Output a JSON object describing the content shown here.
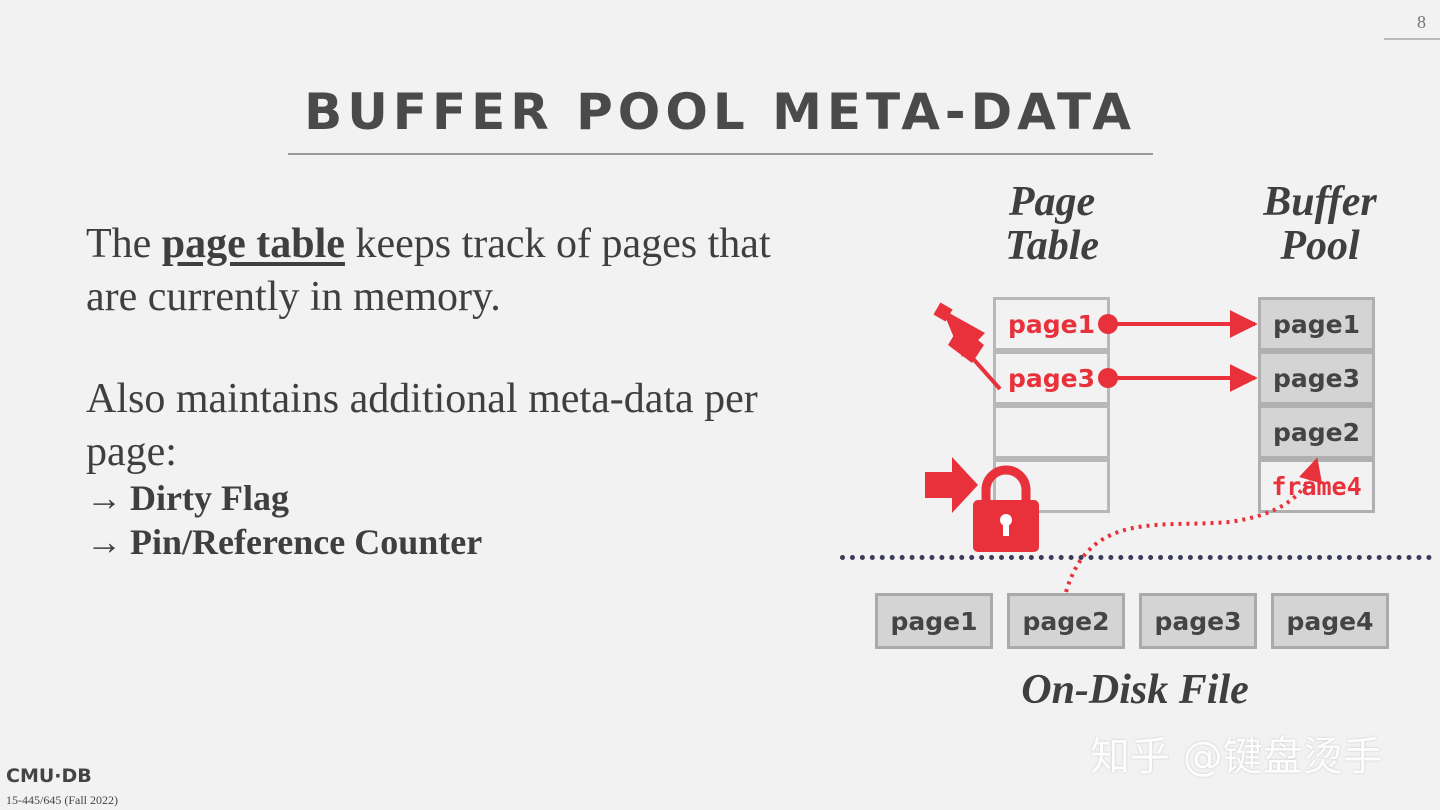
{
  "slide_number": "8",
  "title": "BUFFER POOL META-DATA",
  "paragraph1": {
    "before": "The ",
    "keyword": "page table",
    "after": " keeps track of pages that are currently in memory."
  },
  "paragraph2": "Also maintains additional meta-data per page:",
  "bullets": [
    {
      "arrow": "→",
      "text": "Dirty Flag"
    },
    {
      "arrow": "→",
      "text": "Pin/Reference Counter"
    }
  ],
  "diagram": {
    "page_table_header": [
      "Page",
      "Table"
    ],
    "buffer_pool_header": [
      "Buffer",
      "Pool"
    ],
    "page_table_slots": [
      "page1",
      "page3",
      "",
      ""
    ],
    "buffer_pool_frames": [
      "page1",
      "page3",
      "page2",
      "frame4"
    ],
    "disk_pages": [
      "page1",
      "page2",
      "page3",
      "page4"
    ],
    "disk_label": "On-Disk File",
    "accent_color": "#e8313a",
    "icons": [
      "pushpin-icon",
      "lock-icon",
      "arrow-right-icon"
    ]
  },
  "footer": {
    "logo": "CMU·DB",
    "course": "15-445/645 (Fall 2022)"
  },
  "watermark": "知乎 @键盘烫手"
}
